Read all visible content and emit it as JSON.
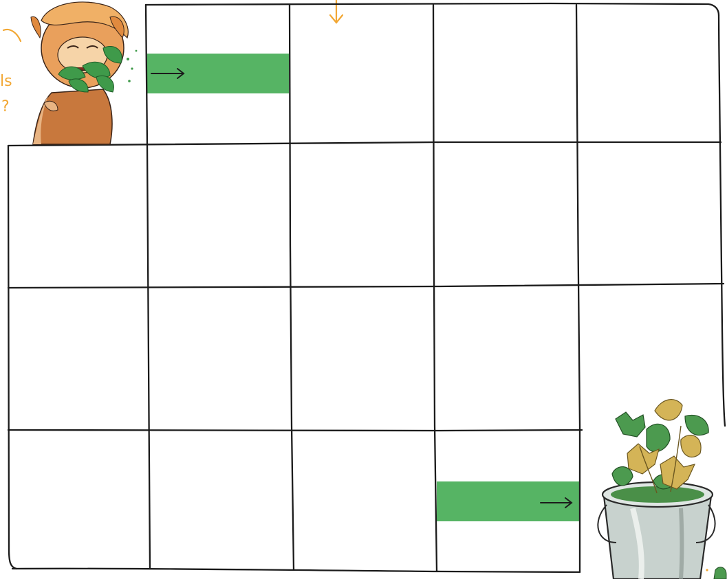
{
  "board": {
    "grid": {
      "rows": 4,
      "cols": 5,
      "top_row_cols": 4,
      "line_color": "#1b1b1b",
      "background": "#ffffff"
    },
    "start": {
      "row": 1,
      "col": 2,
      "direction": "right",
      "color": "#56b464"
    },
    "finish": {
      "row": 4,
      "col": 4,
      "direction": "right",
      "color": "#56b464"
    },
    "character": {
      "name": "alpaca-eating-leaves",
      "corner": "top-left"
    },
    "goal_item": {
      "name": "bucket-of-leaves",
      "corner": "bottom-right"
    }
  },
  "edge_text": {
    "line1": "ls",
    "line2": "?"
  },
  "accent_color": "#f2a733"
}
